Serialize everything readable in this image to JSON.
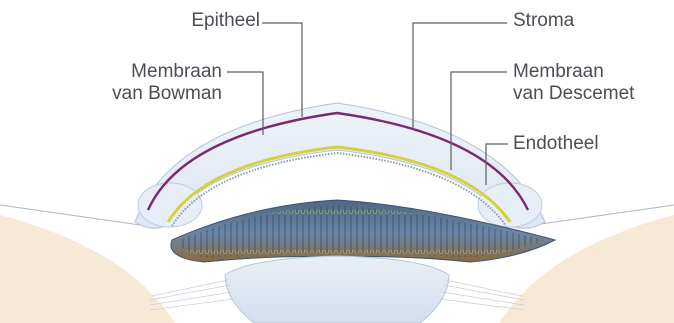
{
  "labels": {
    "epitheel": "Epitheel",
    "bowman_line1": "Membraan",
    "bowman_line2": "van Bowman",
    "stroma": "Stroma",
    "descemet_line1": "Membraan",
    "descemet_line2": "van Descemet",
    "endotheel": "Endotheel"
  },
  "colors": {
    "label_text": "#4a4f55",
    "leader_line": "#5a5f66",
    "bowman_membrane": "#7a2a6e",
    "descemet_membrane": "#d4d23a",
    "cornea_fill": "#e3ebf5",
    "iris_blue": "#5f7a98",
    "iris_brown": "#8a6a3e",
    "lens_fill": "#dfe7f2",
    "sclera_skin": "#f4e6cf"
  }
}
